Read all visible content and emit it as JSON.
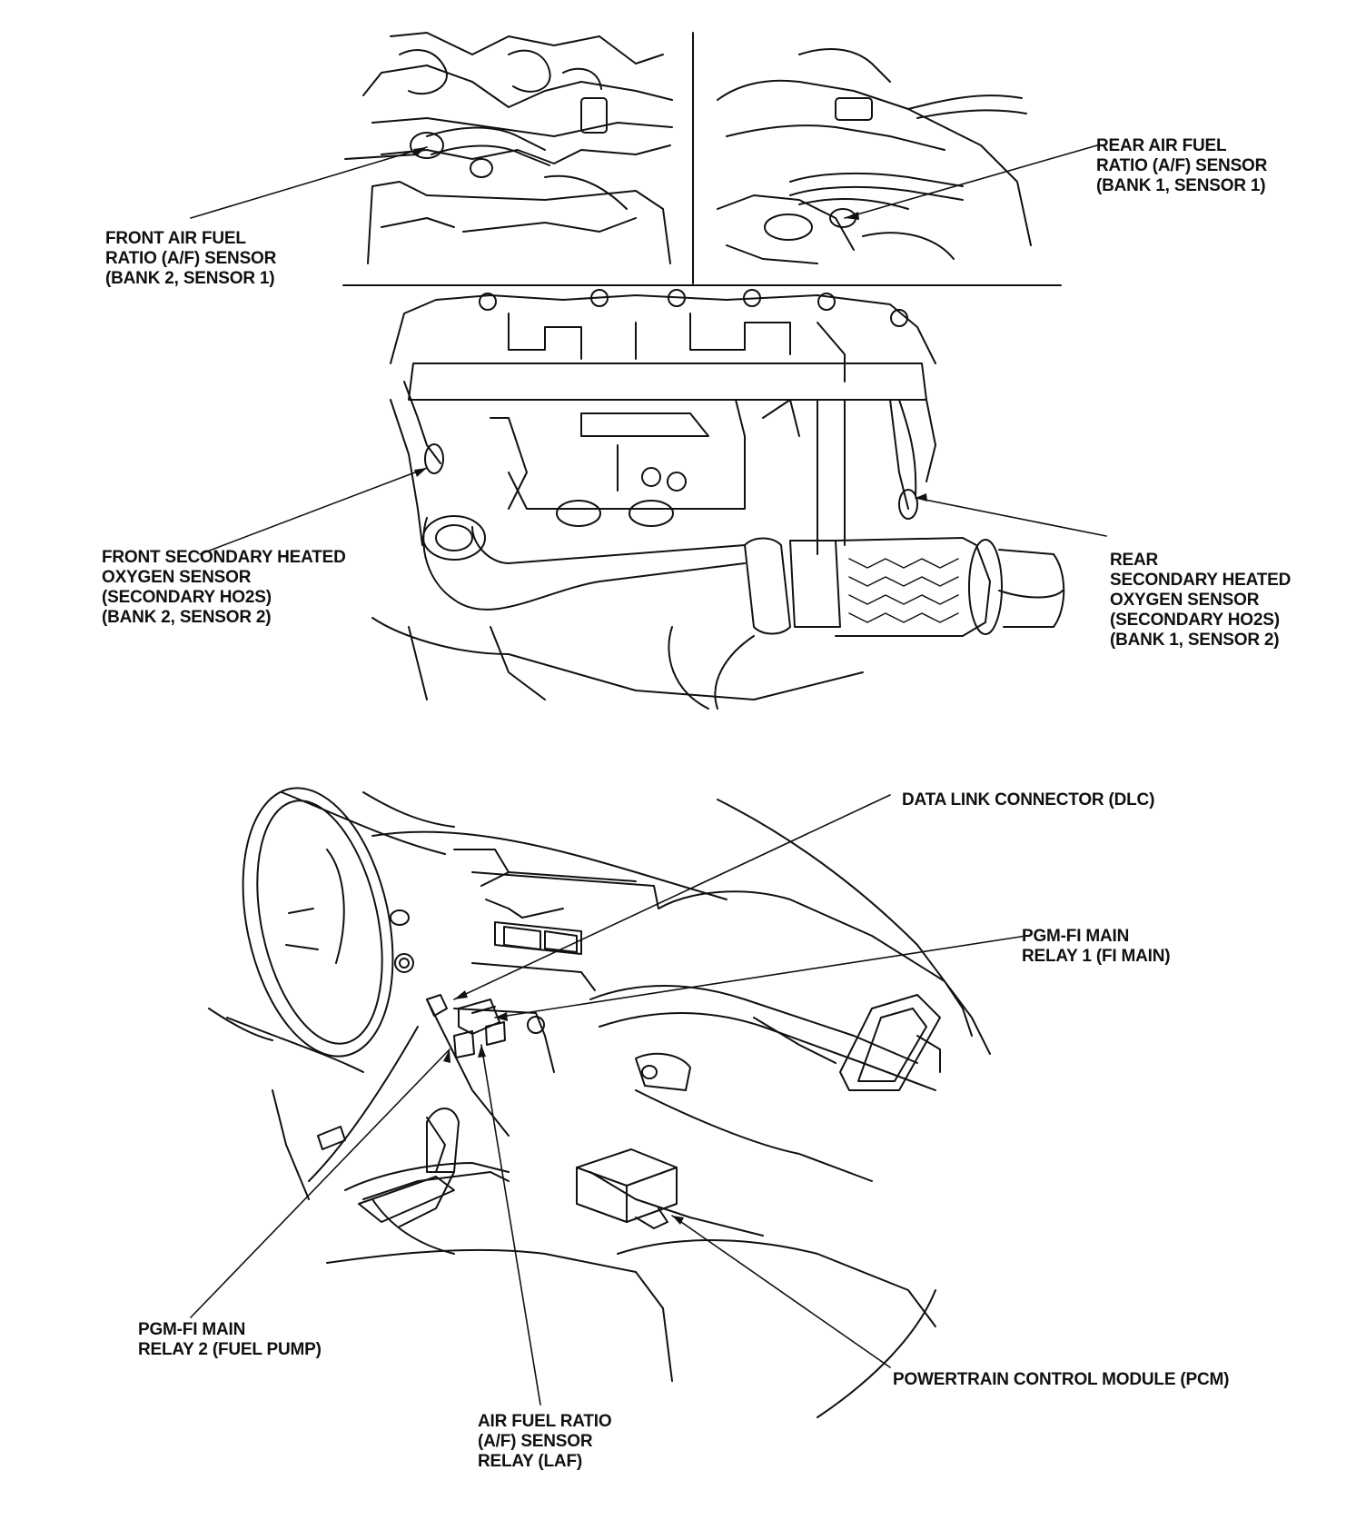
{
  "labels": {
    "front_af_sensor": [
      "FRONT AIR FUEL",
      "RATIO (A/F) SENSOR",
      "(BANK 2, SENSOR 1)"
    ],
    "rear_af_sensor": [
      "REAR AIR FUEL",
      "RATIO (A/F) SENSOR",
      "(BANK 1, SENSOR 1)"
    ],
    "front_secondary_ho2s": [
      "FRONT SECONDARY HEATED",
      "OXYGEN SENSOR",
      "(SECONDARY HO2S)",
      "(BANK 2, SENSOR 2)"
    ],
    "rear_secondary_ho2s": [
      "REAR",
      "SECONDARY HEATED",
      "OXYGEN SENSOR",
      "(SECONDARY HO2S)",
      "(BANK 1, SENSOR 2)"
    ],
    "dlc": [
      "DATA LINK CONNECTOR (DLC)"
    ],
    "fi_main_relay_1": [
      "PGM-FI MAIN",
      "RELAY 1 (FI MAIN)"
    ],
    "fi_main_relay_2": [
      "PGM-FI MAIN",
      "RELAY 2 (FUEL PUMP)"
    ],
    "pcm": [
      "POWERTRAIN CONTROL MODULE (PCM)"
    ],
    "laf_relay": [
      "AIR FUEL RATIO",
      "(A/F) SENSOR",
      "RELAY (LAF)"
    ]
  },
  "colors": {
    "ink": "#111111",
    "paper": "#ffffff"
  }
}
